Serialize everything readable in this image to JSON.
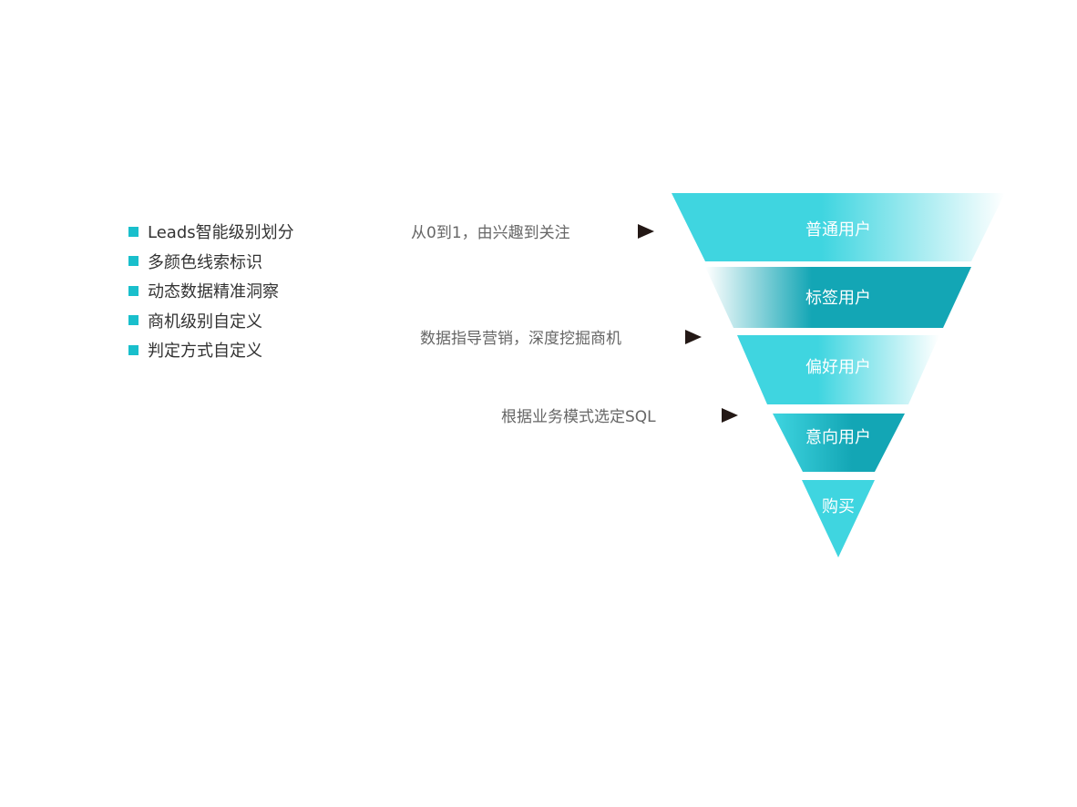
{
  "features": [
    {
      "label": "Leads智能级别划分"
    },
    {
      "label": "多颜色线索标识"
    },
    {
      "label": "动态数据精准洞察"
    },
    {
      "label": "商机级别自定义"
    },
    {
      "label": "判定方式自定义"
    }
  ],
  "annotations": [
    {
      "text": "从0到1，由兴趣到关注"
    },
    {
      "text": "数据指导营销，深度挖掘商机"
    },
    {
      "text": "根据业务模式选定SQL"
    }
  ],
  "funnel": {
    "colors": {
      "light": "#3fd5e0",
      "dark": "#13a6b5",
      "fade": "#ffffff"
    },
    "layers": [
      {
        "label": "普通用户"
      },
      {
        "label": "标签用户"
      },
      {
        "label": "偏好用户"
      },
      {
        "label": "意向用户"
      },
      {
        "label": "购买"
      }
    ]
  }
}
